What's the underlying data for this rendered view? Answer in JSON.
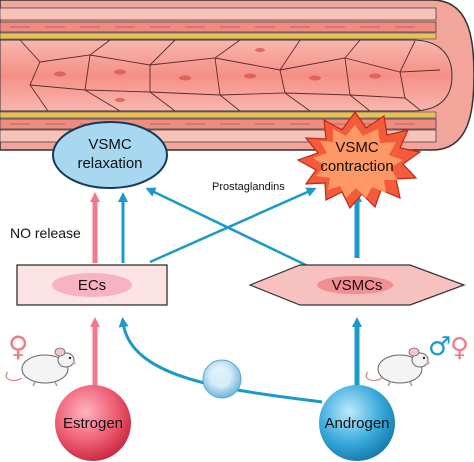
{
  "nodes": {
    "vsmc_relaxation": {
      "line1": "VSMC",
      "line2": "relaxation"
    },
    "vsmc_contraction": {
      "line1": "VSMC",
      "line2": "contraction"
    },
    "ecs": {
      "label": "ECs"
    },
    "vsmcs": {
      "label": "VSMCs"
    },
    "estrogen": {
      "label": "Estrogen"
    },
    "androgen": {
      "label": "Androgen"
    }
  },
  "edge_labels": {
    "no_release": "NO release",
    "prostaglandins": "Prostaglandins"
  },
  "sex_symbols": {
    "left": "♀",
    "right_male": "♂",
    "right_female": "♀"
  },
  "colors": {
    "estrogen_arrow": "#f07a8a",
    "androgen_arrow": "#1a9ac8",
    "relaxation_fill": "#9fd3ee",
    "contraction_fill": "#f25a38",
    "cell_box_fill": "#fbe3e6",
    "estrogen_fill": "#e5485e",
    "androgen_fill": "#2aa1d3"
  }
}
